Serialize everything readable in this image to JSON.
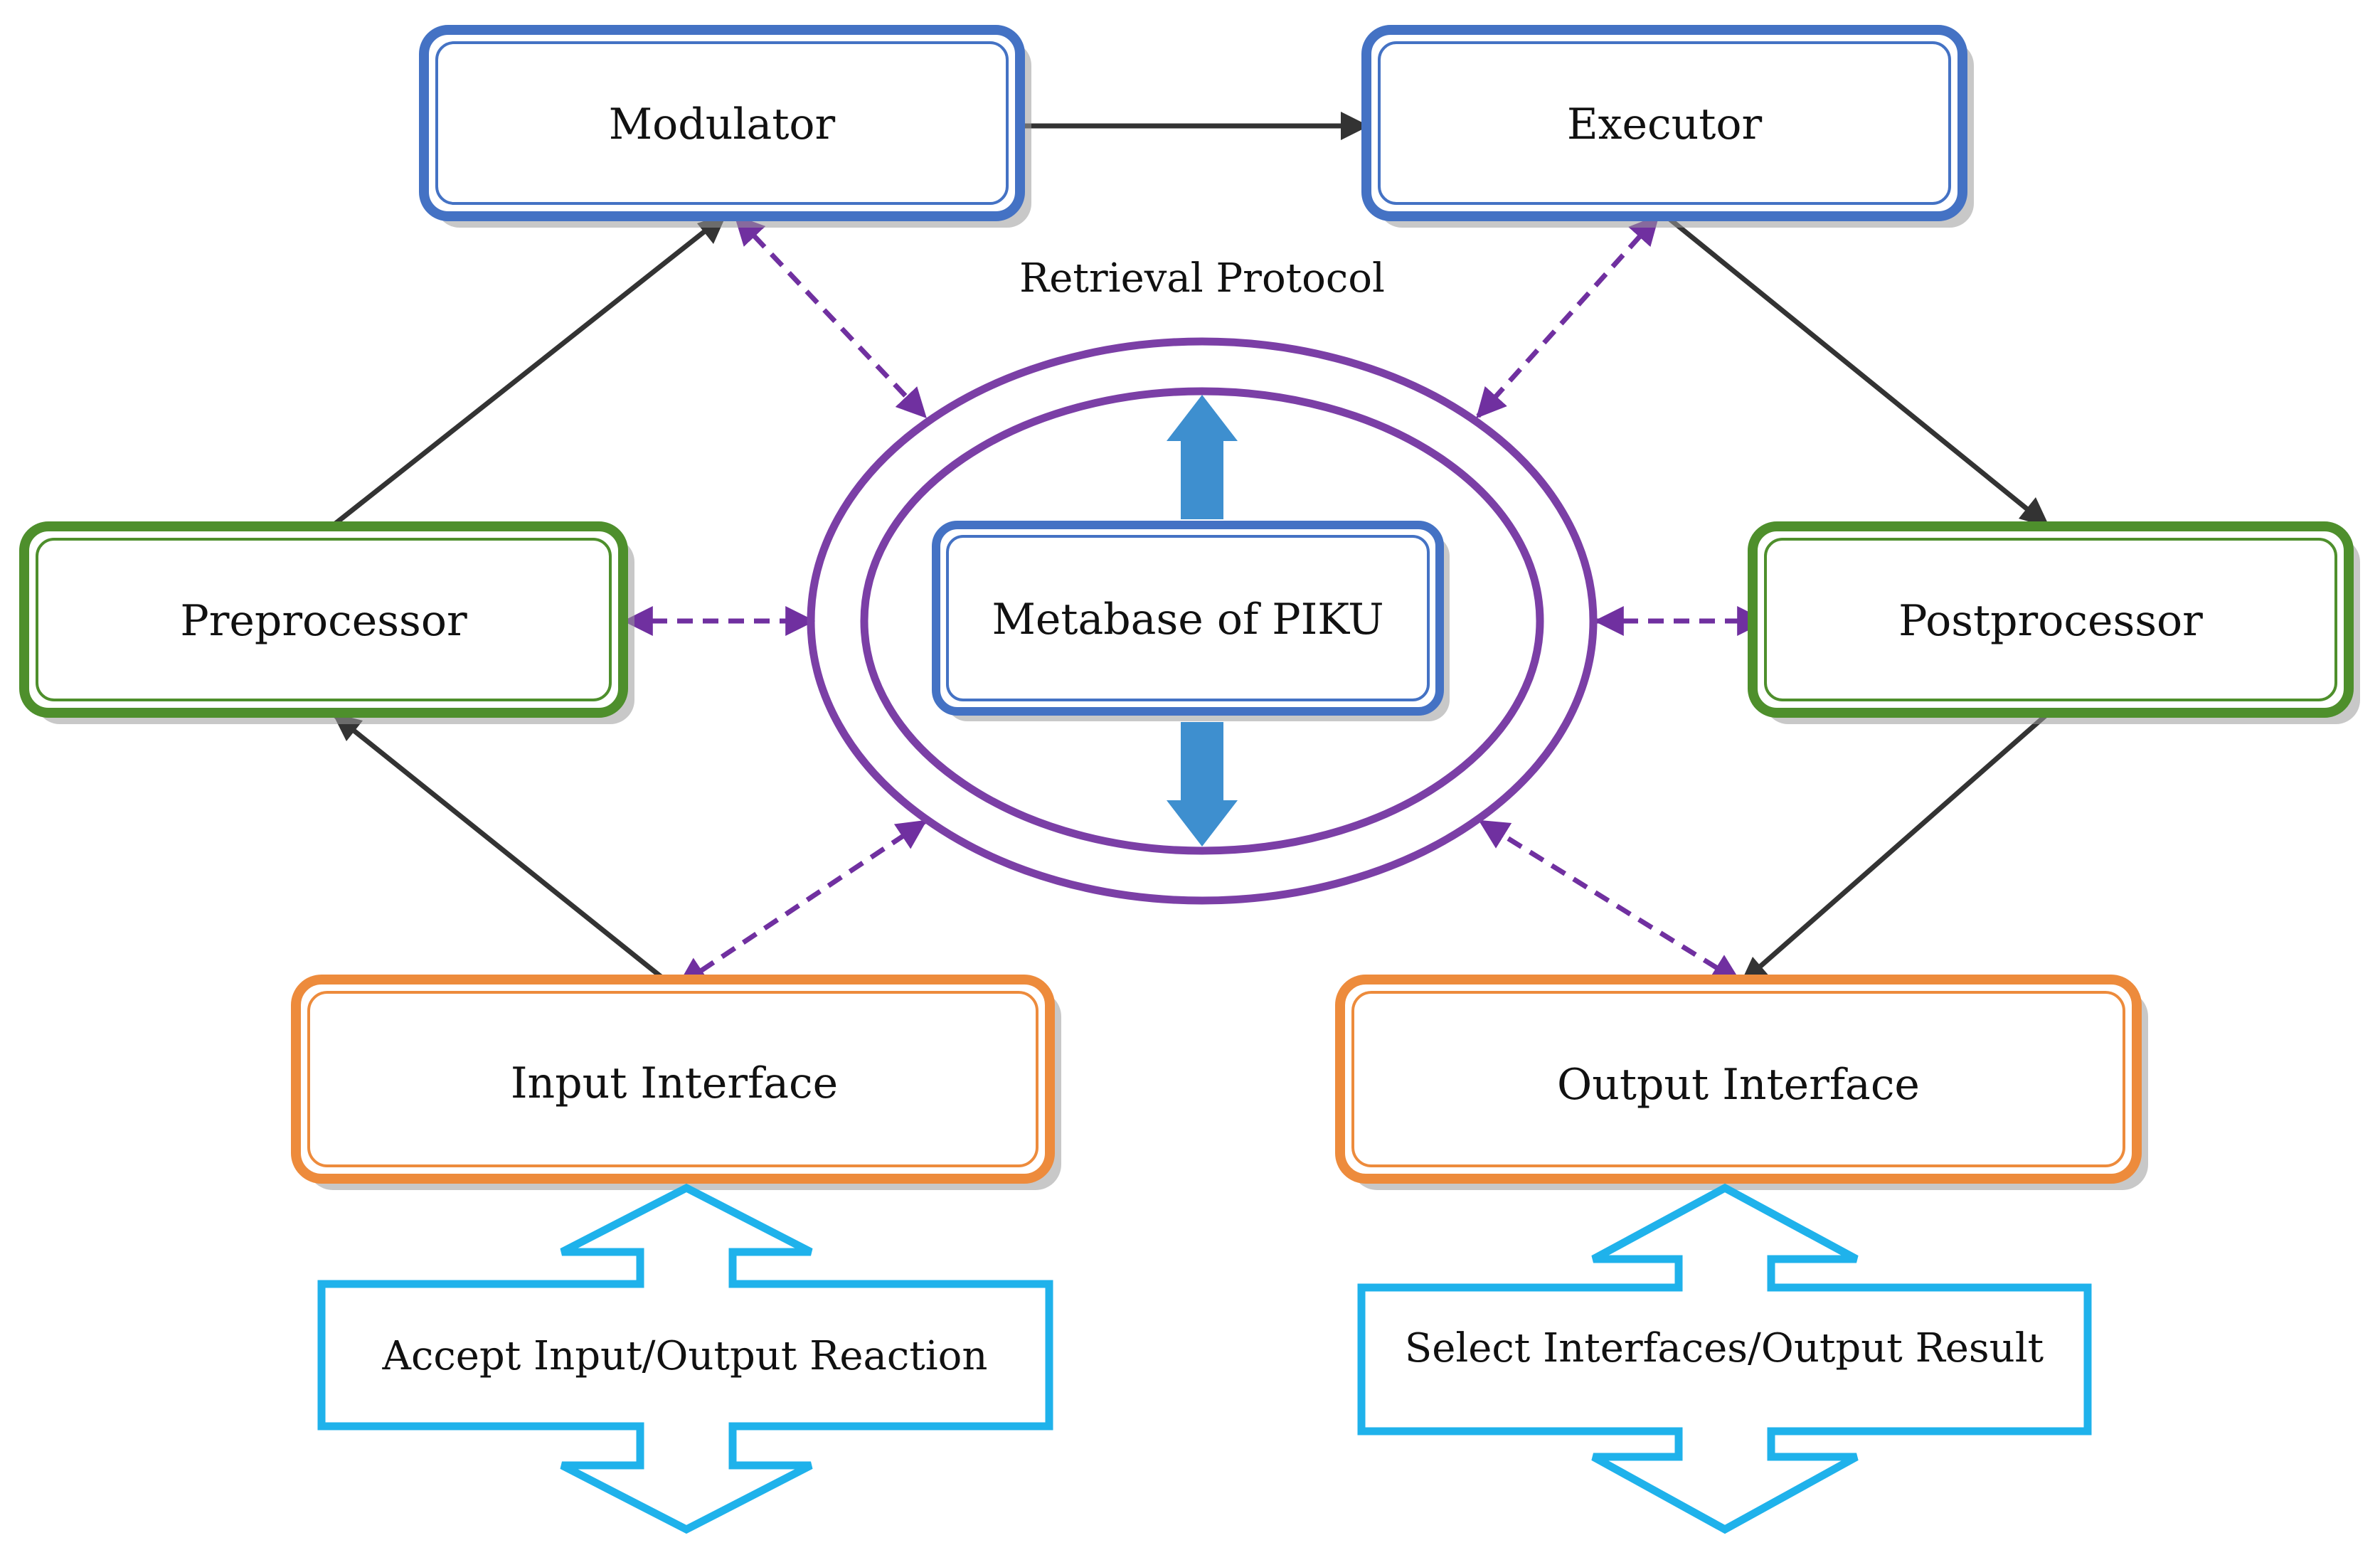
{
  "colors": {
    "blue_box": "#4472C4",
    "green_box": "#4E8F2C",
    "orange_box": "#ED8B3C",
    "purple_ring": "#7B3FA6",
    "dashed_arrow": "#7030A0",
    "solid_arrow": "#333333",
    "thick_arrow": "#3E8FCF",
    "flow_arrow": "#1FB2EB"
  },
  "nodes": {
    "modulator": "Modulator",
    "executor": "Executor",
    "preprocessor": "Preprocessor",
    "postprocessor": "Postprocessor",
    "metabase": "Metabase of PIKU",
    "input_interface": "Input Interface",
    "output_interface": "Output Interface"
  },
  "labels": {
    "retrieval_protocol": "Retrieval Protocol"
  },
  "io_arrows": {
    "left": "Accept Input/Output Reaction",
    "right": "Select Interfaces/Output Result"
  }
}
